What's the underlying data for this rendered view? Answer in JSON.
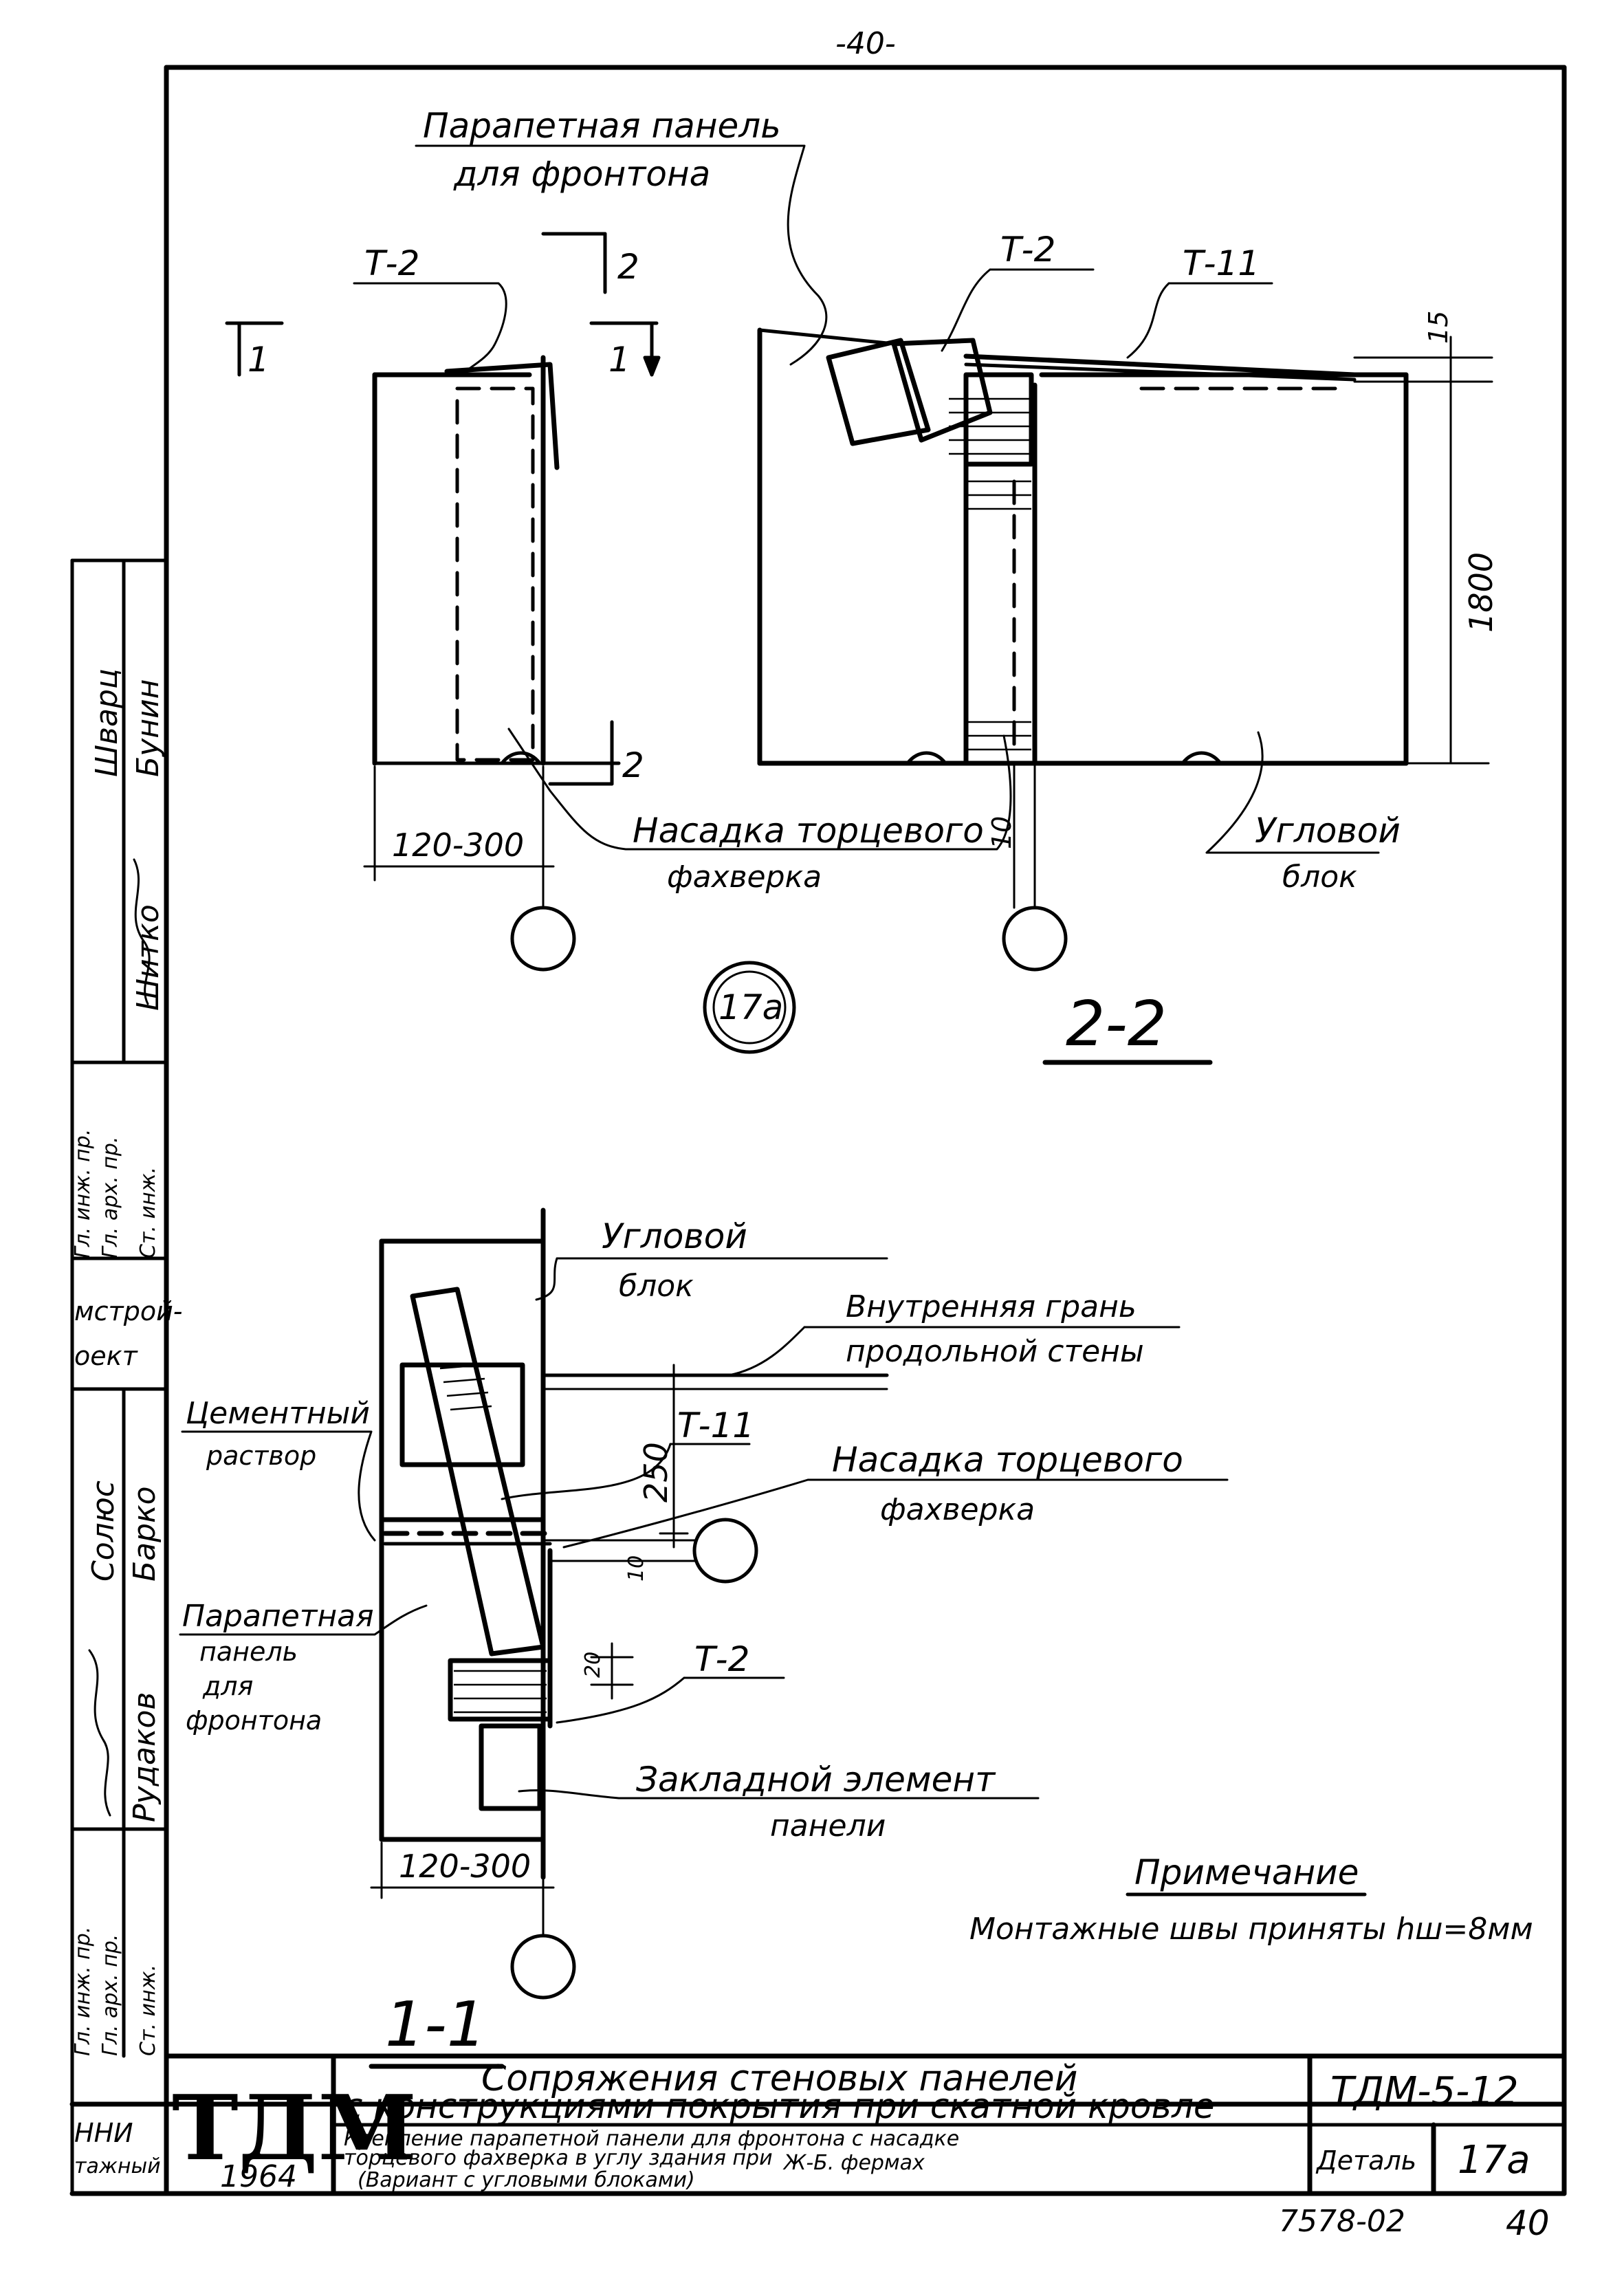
{
  "page_number": "-40-",
  "detail_17a": {
    "callout_parapet": [
      "Парапетная панель",
      "для фронтона"
    ],
    "t2_left": "Т-2",
    "t2_right": "Т-2",
    "t11_top": "Т-11",
    "section_mark_1": "1",
    "section_mark_2": "2",
    "dim_15": "15",
    "dim_1800": "1800",
    "dim_120_300_top": "120-300",
    "dim_10_top": "10",
    "callout_nasadka_top": [
      "Насадка торцевого",
      "фахверка"
    ],
    "callout_uglovoy_top": [
      "Угловой",
      "блок"
    ],
    "badge": "17а",
    "section_title": "2-2"
  },
  "section_1_1": {
    "callout_uglovoy": [
      "Угловой",
      "блок"
    ],
    "callout_inner_face": [
      "Внутренняя грань",
      "продольной стены"
    ],
    "callout_cement": [
      "Цементный",
      "раствор"
    ],
    "t11": "Т-11",
    "dim_250": "250",
    "callout_nasadka": [
      "Насадка торцевого",
      "фахверка"
    ],
    "dim_10": "10",
    "dim_20": "20",
    "t2": "Т-2",
    "callout_parapet": [
      "Парапетная",
      "панель",
      "для",
      "фронтона"
    ],
    "callout_embedded": [
      "Закладной элемент",
      "панели"
    ],
    "dim_120_300": "120-300",
    "section_title": "1-1"
  },
  "note": {
    "heading": "Примечание",
    "text": "Монтажные швы приняты hш=8мм"
  },
  "side_stamp": {
    "col_a": [
      "Шварц",
      "Бунин"
    ],
    "col_b": [
      "Шитко"
    ],
    "roles_a": [
      "Гл. инж. пр.",
      "Гл. арх. пр.",
      "Ст. инж."
    ],
    "org": [
      "мстрой-",
      "оект"
    ],
    "names_c": [
      "Солюс",
      "Барко",
      "Рудаков"
    ],
    "roles_b": [
      "Гл. инж. пр.",
      "Гл. арх. пр.",
      "Ст. инж."
    ]
  },
  "title_block": {
    "logo": "ТДМ",
    "year": "1964",
    "org_fragment": [
      "ННИ",
      "тажный"
    ],
    "title_line1": "Сопряжения стеновых панелей",
    "title_line2": "с конструкциями покрытия при скатной кровле",
    "subtitle_line1": "Крепление парапетной панели для фронтона с насадке",
    "subtitle_line2": "торцевого фахверка в углу здания при",
    "subtitle_line3": "(Вариант с угловыми блоками)",
    "subtitle_overlay": "Ж-Б. фермах",
    "code": "ТДМ-5-12",
    "detail_label": "Деталь",
    "detail_number": "17а",
    "archive_number": "7578-02",
    "sheet_number": "40"
  }
}
